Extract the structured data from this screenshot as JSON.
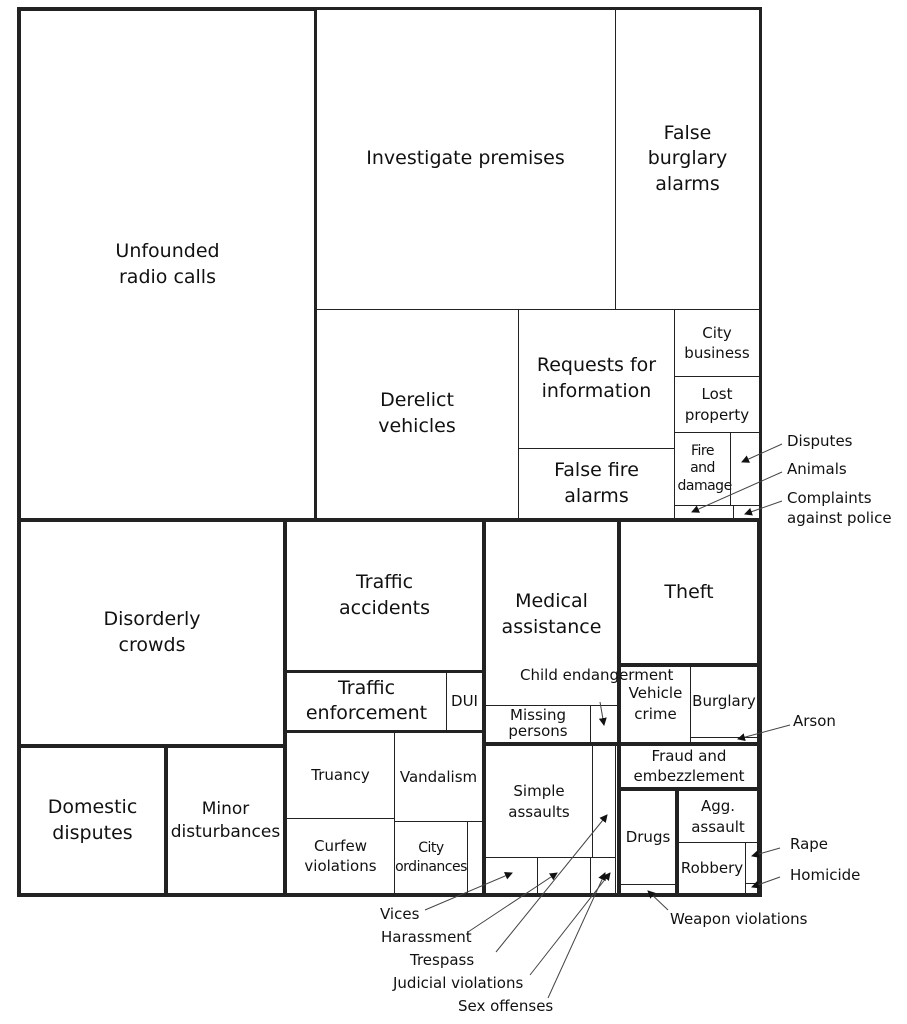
{
  "title": "Police call categories treemap",
  "cells": {
    "unfounded": "Unfounded radio calls",
    "investigate": "Investigate premises",
    "false_burglary": "False burglary alarms",
    "derelict": "Derelict vehicles",
    "requests": "Requests for information",
    "false_fire": "False fire alarms",
    "city_business": "City business",
    "lost_property": "Lost property",
    "fire_damage": "Fire and damage",
    "disorderly": "Disorderly crowds",
    "domestic": "Domestic disputes",
    "minor": "Minor disturbances",
    "traffic_accidents": "Traffic accidents",
    "traffic_enforcement": "Traffic enforcement",
    "dui": "DUI",
    "truancy": "Truancy",
    "vandalism": "Vandalism",
    "curfew": "Curfew violations",
    "city_ordinances": "City ordinances",
    "medical": "Medical assistance",
    "missing": "Missing persons",
    "theft": "Theft",
    "vehicle_crime": "Vehicle crime",
    "burglary": "Burglary",
    "simple_assaults": "Simple assaults",
    "fraud": "Fraud and embezzlement",
    "drugs": "Drugs",
    "agg_assault": "Agg. assault",
    "robbery": "Robbery"
  },
  "callouts": {
    "disputes": "Disputes",
    "animals": "Animals",
    "complaints": "Complaints against police",
    "child": "Child endangerment",
    "arson": "Arson",
    "rape": "Rape",
    "homicide": "Homicide",
    "weapon": "Weapon violations",
    "vices": "Vices",
    "harassment": "Harassment",
    "trespass": "Trespass",
    "judicial": "Judicial violations",
    "sex": "Sex offenses"
  }
}
